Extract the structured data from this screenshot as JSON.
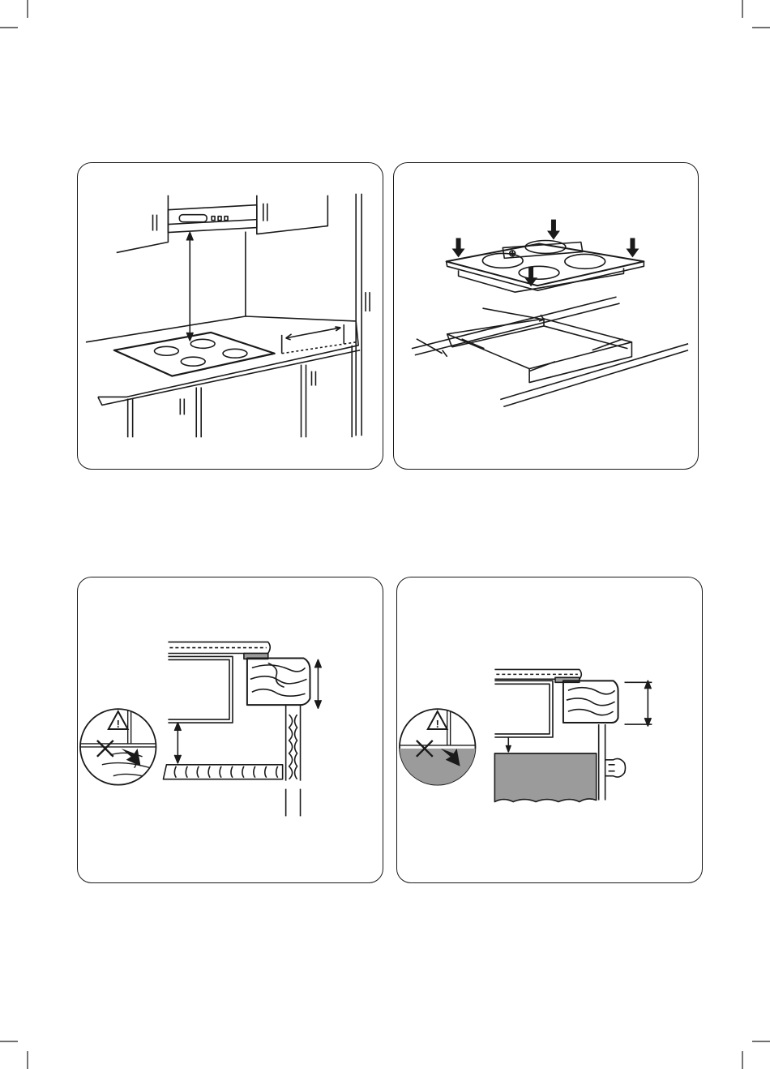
{
  "document": {
    "figures": [
      {
        "id": "fig-1",
        "subject": "hood-above-hob"
      },
      {
        "id": "fig-2",
        "subject": "hob-into-cutout"
      },
      {
        "id": "fig-3",
        "subject": "section-with-shelf"
      },
      {
        "id": "fig-4",
        "subject": "section-with-oven"
      }
    ]
  },
  "icons": {
    "warning": "warning-triangle-icon",
    "prohibited": "cross-icon",
    "arrow": "arrow-icon"
  },
  "colors": {
    "line": "#1a1a1a",
    "shade": "#9b9b9b",
    "light_shade": "#bdbdbd"
  }
}
